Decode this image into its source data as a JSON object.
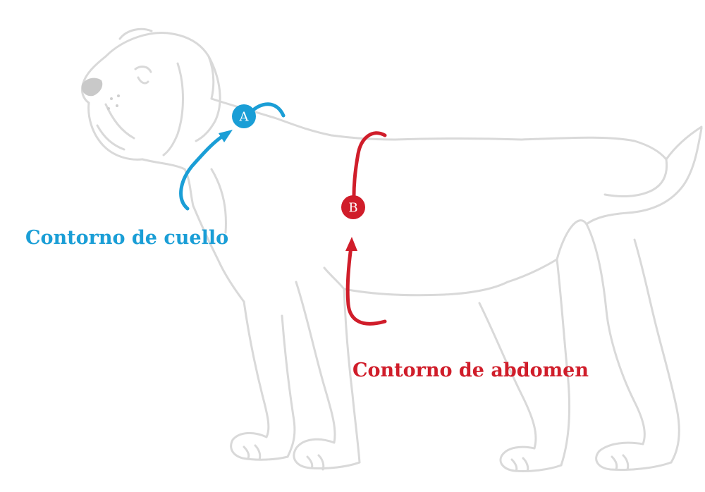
{
  "colors": {
    "neck": "#1a9ed6",
    "abdomen": "#d01d2a",
    "outline": "#d9d9d9"
  },
  "markers": {
    "a": {
      "letter": "A"
    },
    "b": {
      "letter": "B"
    }
  },
  "labels": {
    "neck": "Contorno de cuello",
    "abdomen": "Contorno de abdomen"
  }
}
